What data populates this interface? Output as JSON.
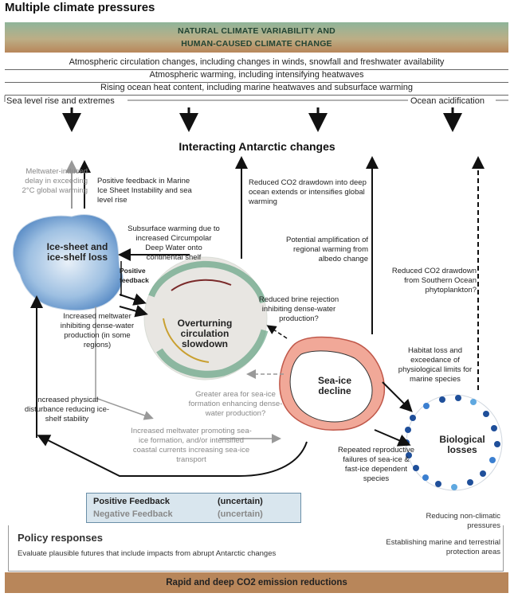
{
  "title": "Multiple climate pressures",
  "banner": {
    "line1": "NATURAL CLIMATE VARIABILITY AND",
    "line2": "HUMAN-CAUSED CLIMATE CHANGE"
  },
  "pressures": {
    "p1": "Atmospheric circulation changes, including changes in winds, snowfall and freshwater availability",
    "p2": "Atmospheric warming, including intensifying heatwaves",
    "p3": "Rising ocean heat content, including marine heatwaves and subsurface warming",
    "left": "Sea level rise and extremes",
    "right": "Ocean acidification"
  },
  "heading": "Interacting Antarctic changes",
  "nodes": {
    "ice_sheet": "Ice-sheet and ice-shelf loss",
    "overturning": "Overturning circulation slowdown",
    "sea_ice": "Sea-ice decline",
    "biological": "Biological losses"
  },
  "annotations": {
    "meltwater_delay": "Meltwater-induced delay in exceeding 2°C global warming",
    "positive_feedback_misi": "Positive feedback in Marine Ice Sheet Instability and sea level rise",
    "reduced_co2_deep": "Reduced CO2 drawdown into deep ocean extends or intensifies global warming",
    "subsurface_warming": "Subsurface warming due to increased Circumpolar Deep Water onto continental shelf",
    "positive_feedback": "Positive feedback",
    "albedo": "Potential amplification of regional warming from albedo change",
    "reduced_co2_phyto": "Reduced CO2 drawdown from Southern Ocean phytoplankton?",
    "brine": "Reduced brine rejection inhibiting dense-water production?",
    "meltwater_inhibit": "Increased meltwater inhibiting dense-water production (in some regions)",
    "habitat": "Habitat loss and exceedance of physiological limits for marine species",
    "greater_area": "Greater area for sea-ice formation enhancing dense-water production?",
    "physical_disturbance": "Increased physical disturbance reducing ice-shelf stability",
    "meltwater_promoting": "Increased meltwater promoting sea-ice formation, and/or intensified coastal currents increasing sea-ice transport",
    "reproductive": "Repeated reproductive failures of sea-ice & fast-ice dependent species"
  },
  "legend": {
    "positive": "Positive Feedback",
    "negative": "Negative Feedback",
    "uncertain": "(uncertain)"
  },
  "policy": {
    "heading": "Policy responses",
    "text": "Evaluate plausible futures that include impacts from abrupt Antarctic changes",
    "right1": "Reducing non-climatic pressures",
    "right2": "Establishing marine and terrestrial protection areas",
    "bottom": "Rapid and deep CO2 emission reductions"
  },
  "colors": {
    "banner_top": "#8fb59a",
    "banner_bottom": "#b8865a",
    "ice_blue": "#5b8fc7",
    "sea_ice_red": "#e58c7c",
    "ocean_green": "#2f8a6a",
    "bio_blue": "#1f4f9a"
  }
}
